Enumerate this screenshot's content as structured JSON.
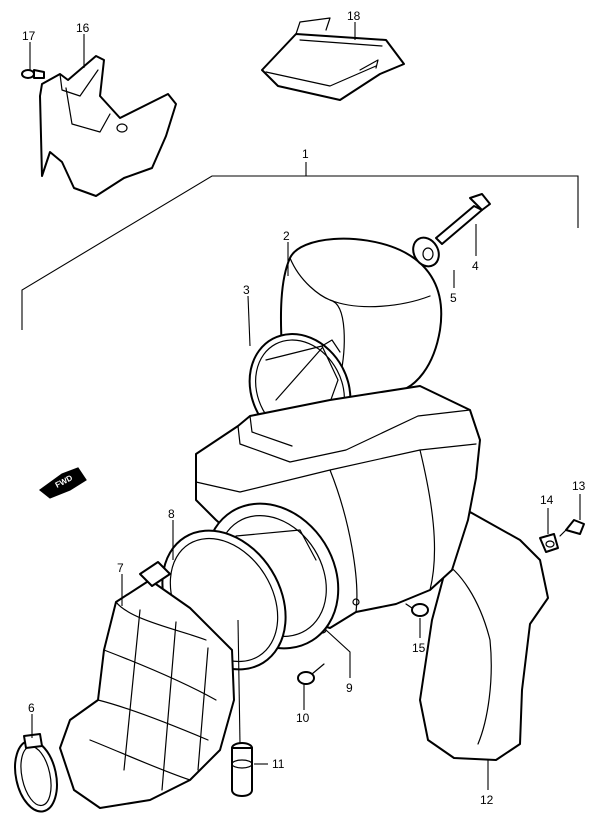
{
  "callouts": {
    "c1": "1",
    "c2": "2",
    "c3": "3",
    "c4": "4",
    "c5": "5",
    "c6": "6",
    "c7": "7",
    "c8": "8",
    "c9": "9",
    "c10": "10",
    "c11": "11",
    "c12": "12",
    "c13": "13",
    "c14": "14",
    "c15": "15",
    "c16": "16",
    "c17": "17",
    "c18": "18"
  },
  "direction_arrow": "FWD",
  "colors": {
    "line": "#000000",
    "background": "#ffffff"
  }
}
